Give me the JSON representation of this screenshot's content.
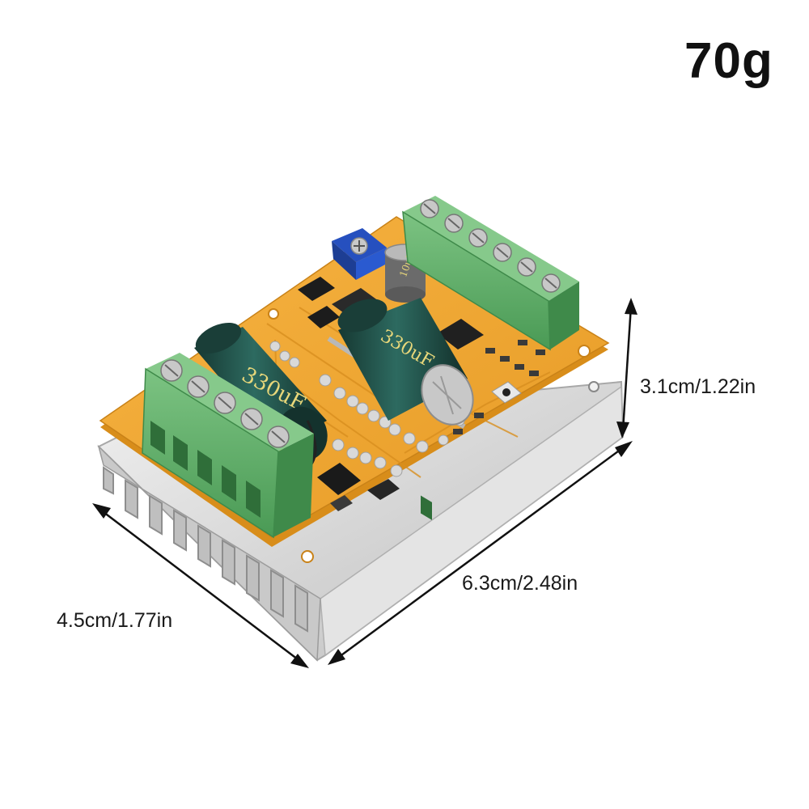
{
  "product": {
    "weight": "70g"
  },
  "dimensions": {
    "height": "3.1cm/1.22in",
    "length": "6.3cm/2.48in",
    "width": "4.5cm/1.77in"
  },
  "components": {
    "capacitor_large_1": "330uF",
    "capacitor_large_2": "330uF",
    "capacitor_small": "10uF"
  },
  "colors": {
    "pcb": "#f2a830",
    "pcb_edge": "#d88d1a",
    "terminal_block": "#5fae68",
    "terminal_dark": "#3f8a4a",
    "heatsink": "#d9d9d9",
    "capacitor": "#1f4a44",
    "potentiometer": "#2b57c9"
  }
}
